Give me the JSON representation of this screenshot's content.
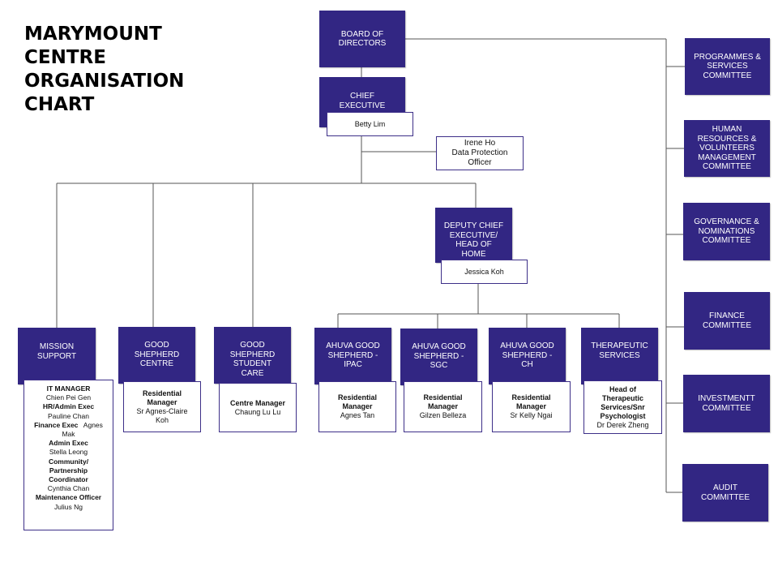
{
  "title": [
    "MARYMOUNT",
    "CENTRE",
    "ORGANISATION",
    "CHART"
  ],
  "board": "BOARD OF\nDIRECTORS",
  "ceo": {
    "role": "CHIEF\nEXECUTIVE",
    "name": "Betty Lim"
  },
  "dpo": {
    "name": "Irene Ho",
    "role": "Data Protection\nOfficer"
  },
  "deputy": {
    "role": "DEPUTY CHIEF\nEXECUTIVE/\nHEAD OF\nHOME",
    "name": "Jessica Koh"
  },
  "mission": {
    "role": "MISSION\nSUPPORT",
    "staff": [
      {
        "title": "IT MANAGER",
        "name": "Chien Pei Gen"
      },
      {
        "title": "HR/Admin Exec",
        "name": "Pauline Chan"
      },
      {
        "title": "Finance Exec",
        "name": "Agnes\nMak"
      },
      {
        "title": "Admin Exec",
        "name": "Stella Leong"
      },
      {
        "title": "Community/\nPartnership\nCoordinator",
        "name": "Cynthia Chan"
      },
      {
        "title": "Maintenance Officer",
        "name": "Julius Ng"
      }
    ]
  },
  "units": [
    {
      "role": "GOOD\nSHEPHERD\nCENTRE",
      "staff_title": "Residential\nManager",
      "staff_name": "Sr Agnes-Claire\nKoh"
    },
    {
      "role": "GOOD\nSHEPHERD\nSTUDENT\nCARE",
      "staff_title": "Centre Manager",
      "staff_name": "Chaung Lu Lu"
    },
    {
      "role": "AHUVA GOOD\nSHEPHERD -\nIPAC",
      "staff_title": "Residential\nManager",
      "staff_name": "Agnes Tan"
    },
    {
      "role": "AHUVA GOOD\nSHEPHERD -\nSGC",
      "staff_title": "Residential\nManager",
      "staff_name": "Gilzen Belleza"
    },
    {
      "role": "AHUVA GOOD\nSHEPHERD -\nCH",
      "staff_title": "Residential\nManager",
      "staff_name": "Sr Kelly Ngai"
    },
    {
      "role": "THERAPEUTIC\nSERVICES",
      "staff_title": "Head of\nTherapeutic\nServices/Snr\nPsychologist",
      "staff_name": "Dr Derek Zheng"
    }
  ],
  "committees": [
    "PROGRAMMES &\nSERVICES\nCOMMITTEE",
    "HUMAN\nRESOURCES &\nVOLUNTEERS\nMANAGEMENT\nCOMMITTEE",
    "GOVERNANCE &\nNOMINATIONS\nCOMMITTEE",
    "FINANCE\nCOMMITTEE",
    "INVESTMENTT\nCOMMITTEE",
    "AUDIT\nCOMMITTEE"
  ],
  "colors": {
    "box": "#322683",
    "border": "#3d2f88",
    "line": "#555555"
  }
}
